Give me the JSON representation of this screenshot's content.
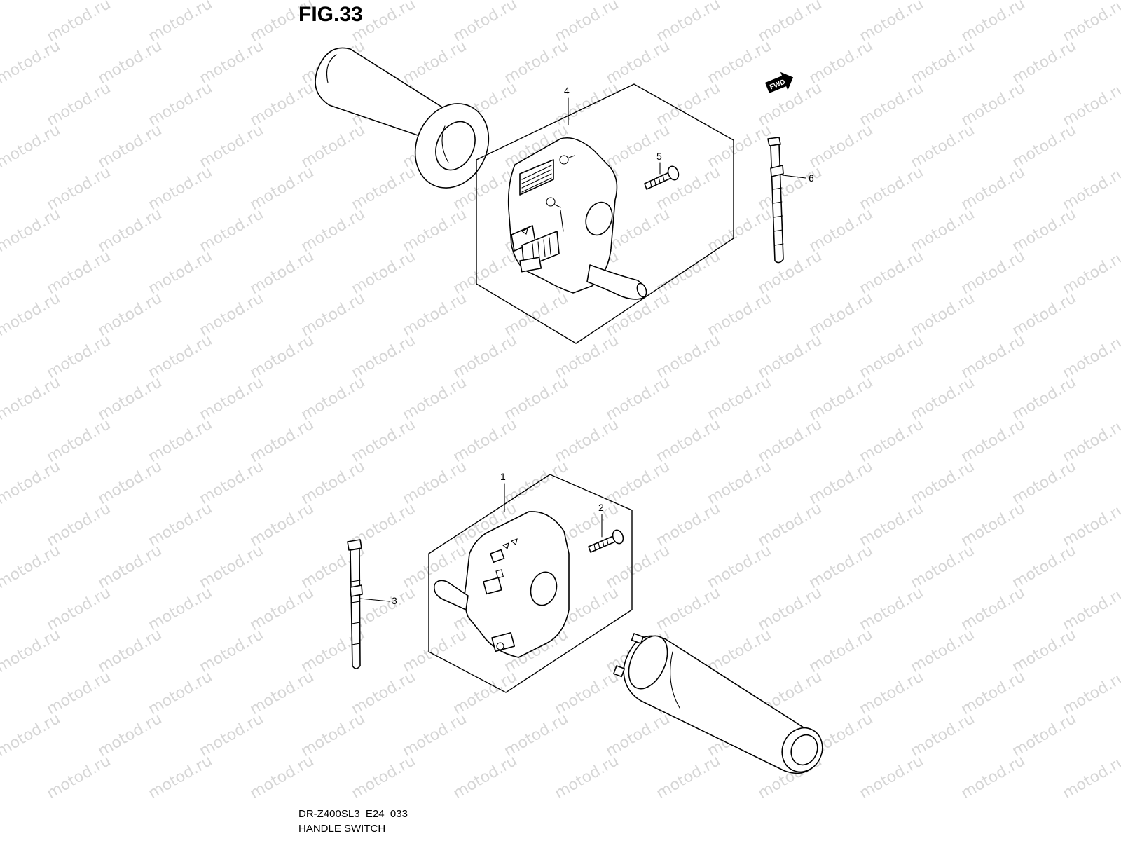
{
  "figure": {
    "title": "FIG.33",
    "code": "DR-Z400SL3_E24_033",
    "name": "HANDLE SWITCH"
  },
  "watermark": {
    "text": "motod.ru",
    "color": "#d6d6d6"
  },
  "fwd_badge": {
    "text": "FWD"
  },
  "callouts": [
    {
      "id": "callout-1",
      "label": "1"
    },
    {
      "id": "callout-2",
      "label": "2"
    },
    {
      "id": "callout-3",
      "label": "3"
    },
    {
      "id": "callout-4",
      "label": "4"
    },
    {
      "id": "callout-5",
      "label": "5"
    },
    {
      "id": "callout-6",
      "label": "6"
    }
  ]
}
